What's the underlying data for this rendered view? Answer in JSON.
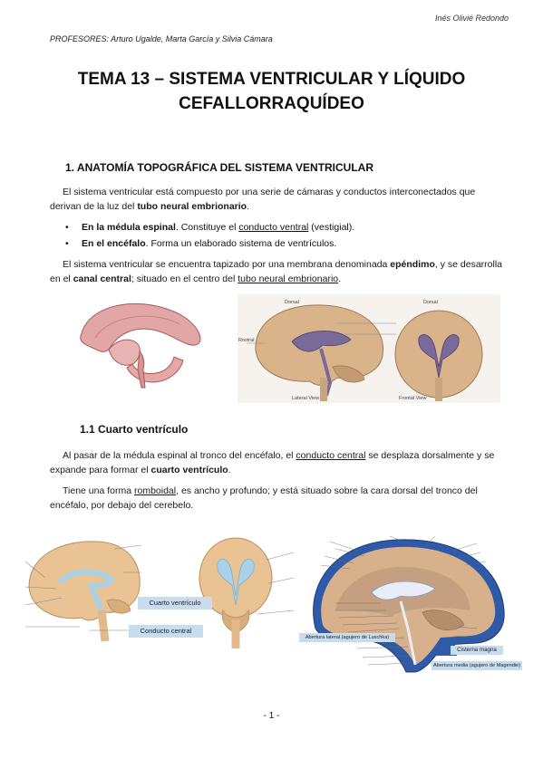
{
  "header": {
    "author": "Inés Olivié Redondo",
    "professors": "PROFESORES: Arturo Ugalde, Marta García y Silvia Cámara"
  },
  "title_line1": "TEMA 13 – SISTEMA VENTRICULAR Y LÍQUIDO",
  "title_line2": "CEFALLORRAQUÍDEO",
  "section1": {
    "heading": "1.   ANATOMÍA TOPOGRÁFICA DEL SISTEMA VENTRICULAR",
    "p1_a": "El sistema ventricular está compuesto por una serie de cámaras y conductos interconectados que derivan de la luz del ",
    "p1_b": "tubo neural embrionario",
    "p1_c": ".",
    "b1_bold": "En la médula espinal",
    "b1_a": ". Constituye el ",
    "b1_u": "conducto ventral",
    "b1_b": " (vestigial).",
    "b2_bold": "En el encéfalo",
    "b2_a": ". Forma un elaborado sistema de ventrículos.",
    "p2_a": "El sistema ventricular se encuentra tapizado por una membrana denominada ",
    "p2_b": "epéndimo",
    "p2_c": ", y se desarrolla en el ",
    "p2_d": "canal central",
    "p2_e": "; situado en el centro del ",
    "p2_f": "tubo neural embrionario",
    "p2_g": "."
  },
  "figure1": {
    "dorsal_left": "Dorsal",
    "dorsal_right": "Dorsal",
    "rostral": "Rostral",
    "lateral_view": "Lateral View",
    "frontal_view": "Frontal View"
  },
  "section11": {
    "heading": "1.1 Cuarto ventrículo",
    "p1_a": "Al pasar de la médula espinal al tronco del encéfalo, el ",
    "p1_b": "conducto central",
    "p1_c": " se desplaza dorsalmente y se expande para formar el ",
    "p1_d": "cuarto ventrículo",
    "p1_e": ".",
    "p2_a": "Tiene una forma ",
    "p2_b": "romboidal",
    "p2_c": ", es ancho y profundo; y está situado sobre la cara dorsal del tronco del encéfalo, por debajo del cerebelo."
  },
  "figure2": {
    "cuarto": "Cuarto ventrículo",
    "conducto": "Conducto central",
    "abertura_lateral": "Abertura lateral (agujero de Luschka)",
    "cisterna": "Cisterna magna",
    "abertura_media": "Abertura media (agujero de Magendie)"
  },
  "footer": {
    "page": "- 1 -"
  },
  "colors": {
    "ventricle": "#7a6a9a",
    "brain": "#d9b48a",
    "label_box": "#c8dcef",
    "csf": "#2e5aa8"
  }
}
